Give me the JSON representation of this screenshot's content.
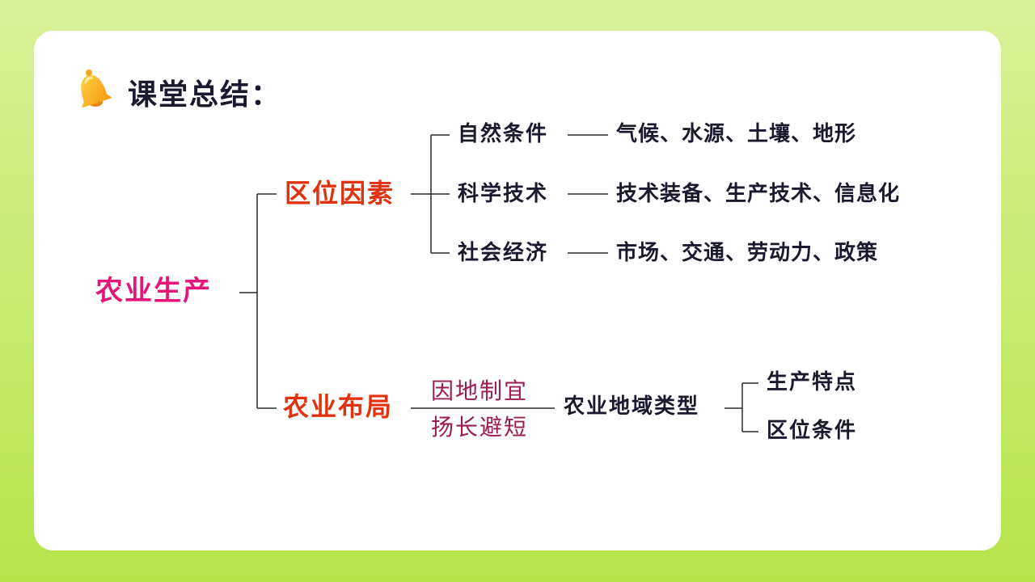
{
  "title": "课堂总结：",
  "icon": "bell-icon",
  "colors": {
    "root": "#e5157a",
    "branch": "#e0320f",
    "principle": "#9b1b52",
    "text": "#1a1a2e"
  },
  "root": "农业生产",
  "branches": {
    "location_factors": {
      "label": "区位因素",
      "items": [
        {
          "category": "自然条件",
          "detail": "气候、水源、土壤、地形"
        },
        {
          "category": "科学技术",
          "detail": "技术装备、生产技术、信息化"
        },
        {
          "category": "社会经济",
          "detail": "市场、交通、劳动力、政策"
        }
      ]
    },
    "layout": {
      "label": "农业布局",
      "principle_top": "因地制宜",
      "principle_bottom": "扬长避短",
      "type": "农业地域类型",
      "subitems": [
        "生产特点",
        "区位条件"
      ]
    }
  }
}
